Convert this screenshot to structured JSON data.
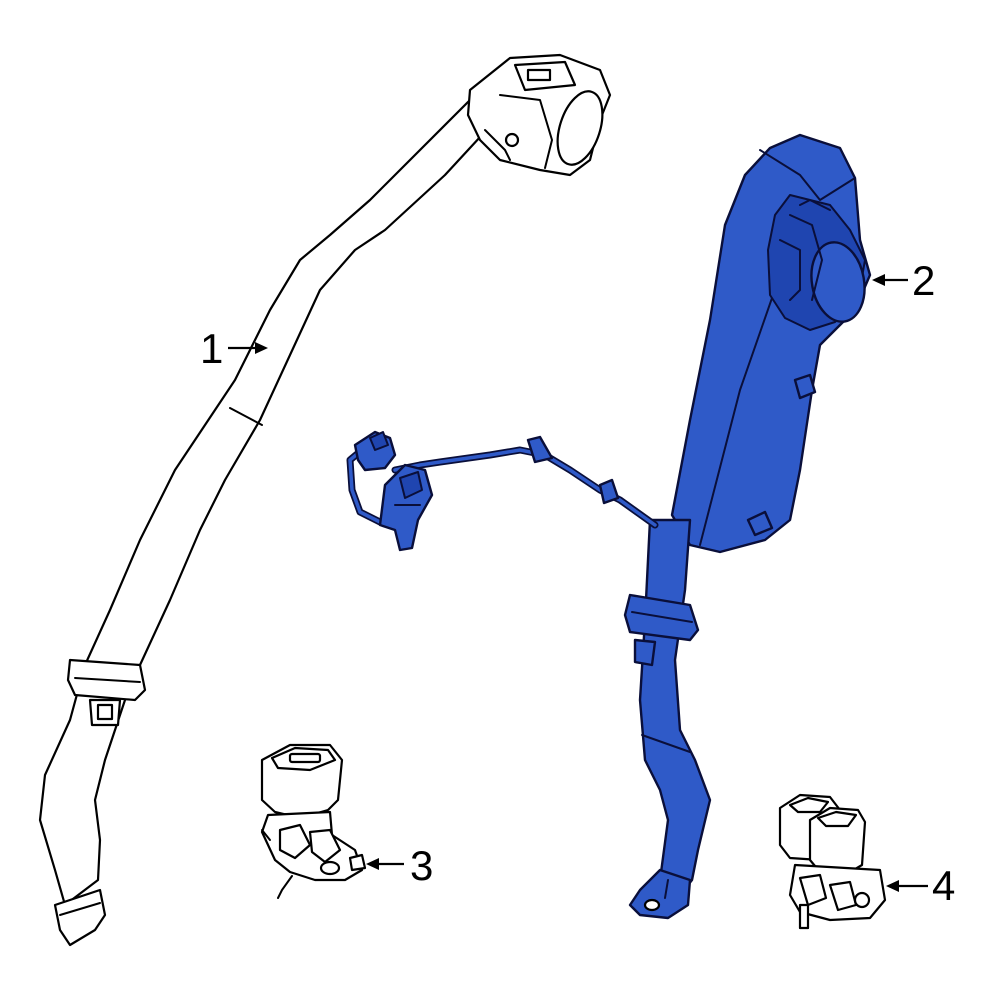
{
  "diagram": {
    "parts": [
      {
        "key": "belt",
        "number": "1",
        "color": "#ffffff",
        "outline": "#000000"
      },
      {
        "key": "retractor",
        "number": "2",
        "color": "#2f5ac8",
        "outline": "#0a0f3a"
      },
      {
        "key": "buckle_single",
        "number": "3",
        "color": "#ffffff",
        "outline": "#000000"
      },
      {
        "key": "buckle_double",
        "number": "4",
        "color": "#ffffff",
        "outline": "#000000"
      }
    ],
    "highlight_color": "#2f5ac8"
  }
}
